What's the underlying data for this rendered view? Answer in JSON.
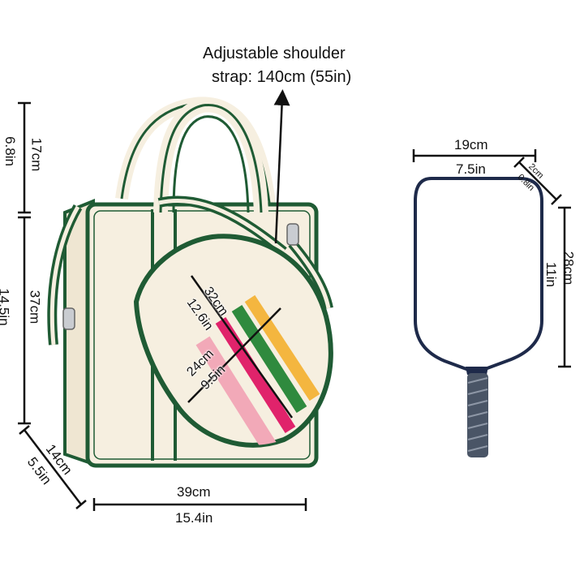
{
  "colors": {
    "canvas": "#f6efe0",
    "trim": "#1f5b34",
    "stripe_pink_light": "#f2a9b8",
    "stripe_pink": "#e0236b",
    "stripe_green": "#2f8a3e",
    "stripe_yellow": "#f4b63f",
    "paddle_face": "#ffffff",
    "paddle_edge": "#1e2a4a",
    "grip": "#4a5566",
    "line": "#111111"
  },
  "annotations": {
    "strap": "Adjustable shoulder\nstrap: 140cm (55in)",
    "strap_line1": "Adjustable shoulder",
    "strap_line2": "strap: 140cm (55in)",
    "handle_cm": "17cm",
    "handle_in": "6.8in",
    "height_cm": "37cm",
    "height_in": "14.5in",
    "depth_cm": "14cm",
    "depth_in": "5.5in",
    "width_cm": "39cm",
    "width_in": "15.4in",
    "cover_len_cm": "32cm",
    "cover_len_in": "12.6in",
    "cover_wid_cm": "24cm",
    "cover_wid_in": "9.5in",
    "paddle_width_cm": "19cm",
    "paddle_width_in": "7.5in",
    "edge_cm": "2cm",
    "edge_in": "0.8in",
    "paddle_len_cm": "28cm",
    "paddle_len_in": "11in"
  }
}
